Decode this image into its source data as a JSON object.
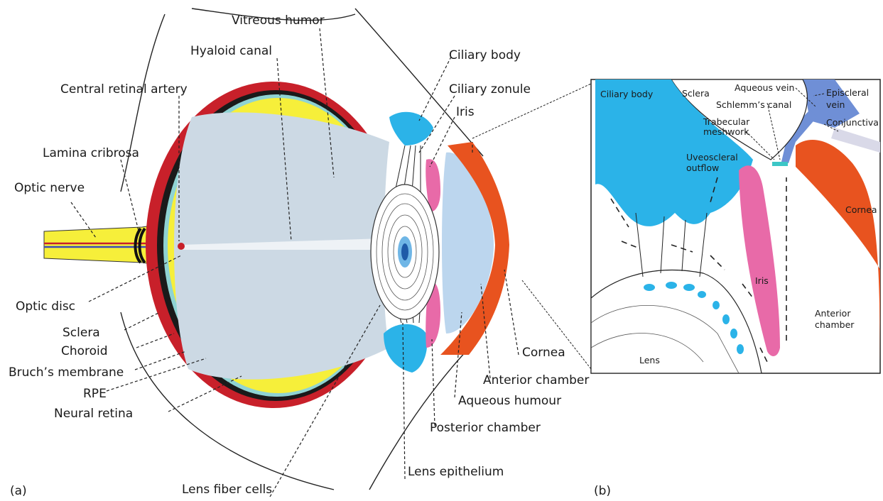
{
  "panels": {
    "a": "(a)",
    "b": "(b)"
  },
  "labels_a": {
    "vitreous_humor": "Vitreous humor",
    "hyaloid_canal": "Hyaloid canal",
    "central_retinal_artery": "Central retinal artery",
    "lamina_cribrosa": "Lamina cribrosa",
    "optic_nerve": "Optic nerve",
    "optic_disc": "Optic disc",
    "sclera": "Sclera",
    "choroid": "Choroid",
    "bruchs_membrane": "Bruch’s membrane",
    "rpe": "RPE",
    "neural_retina": "Neural retina",
    "lens_fiber_cells": "Lens fiber cells",
    "lens_epithelium": "Lens epithelium",
    "posterior_chamber": "Posterior chamber",
    "aqueous_humour": "Aqueous humour",
    "anterior_chamber": "Anterior chamber",
    "cornea": "Cornea",
    "iris": "Iris",
    "ciliary_zonule": "Ciliary zonule",
    "ciliary_body": "Ciliary body"
  },
  "labels_b": {
    "ciliary_body": "Ciliary body",
    "sclera": "Sclera",
    "aqueous_vein": "Aqueous vein",
    "episcleral_vein_1": "Episcleral",
    "episcleral_vein_2": "vein",
    "schlemms_canal": "Schlemm’s canal",
    "trabecular_1": "Trabecular",
    "trabecular_2": "meshwork",
    "conjunctiva": "Conjunctiva",
    "uveoscleral_1": "Uveoscleral",
    "uveoscleral_2": "outflow",
    "cornea": "Cornea",
    "iris": "Iris",
    "anterior_chamber_1": "Anterior",
    "anterior_chamber_2": "chamber",
    "lens": "Lens"
  },
  "colors": {
    "sclera_red": "#c8202a",
    "choroid_black": "#1a1a1a",
    "rpe_teal": "#8fd3d3",
    "retina_yellow": "#f6ef3a",
    "vitreous": "#ccd9e4",
    "ciliary_blue": "#2bb3e8",
    "iris_pink": "#e86aa8",
    "cornea_orange": "#e8531f",
    "aqueous": "#bcd6ee",
    "vein_blue": "#6f8fd6"
  }
}
